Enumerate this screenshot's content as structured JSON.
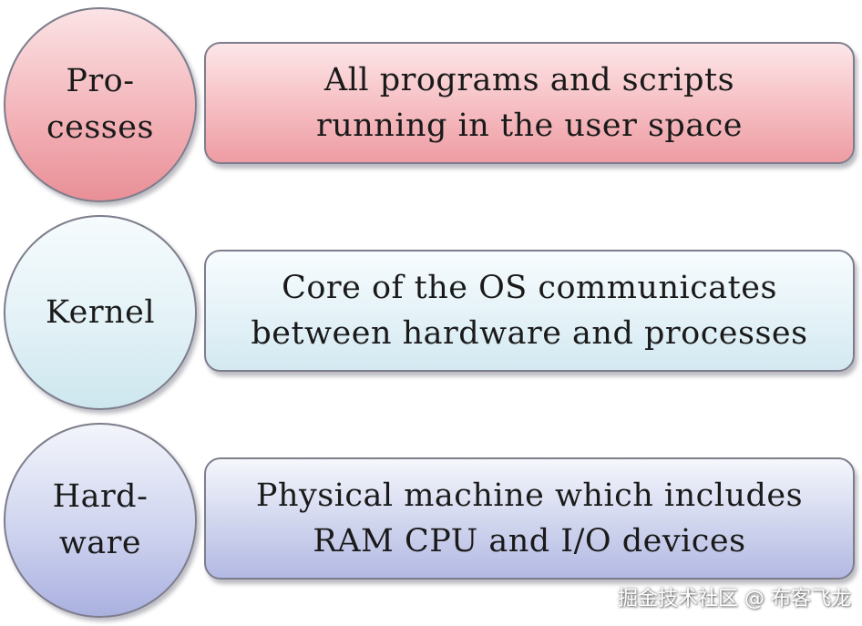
{
  "layers": [
    {
      "label": "Pro-\ncesses",
      "description": "All programs and scripts\nrunning in the user space"
    },
    {
      "label": "Kernel",
      "description": "Core of the OS communicates\nbetween hardware and processes"
    },
    {
      "label": "Hard-\nware",
      "description": "Physical machine which includes\nRAM CPU and I/O devices"
    }
  ],
  "watermark": "掘金技术社区 @ 布客飞龙",
  "colors": {
    "processes": "#f3b4b9",
    "kernel": "#e3f2f7",
    "hardware": "#cfd4ef",
    "border": "#7d7d8c"
  }
}
